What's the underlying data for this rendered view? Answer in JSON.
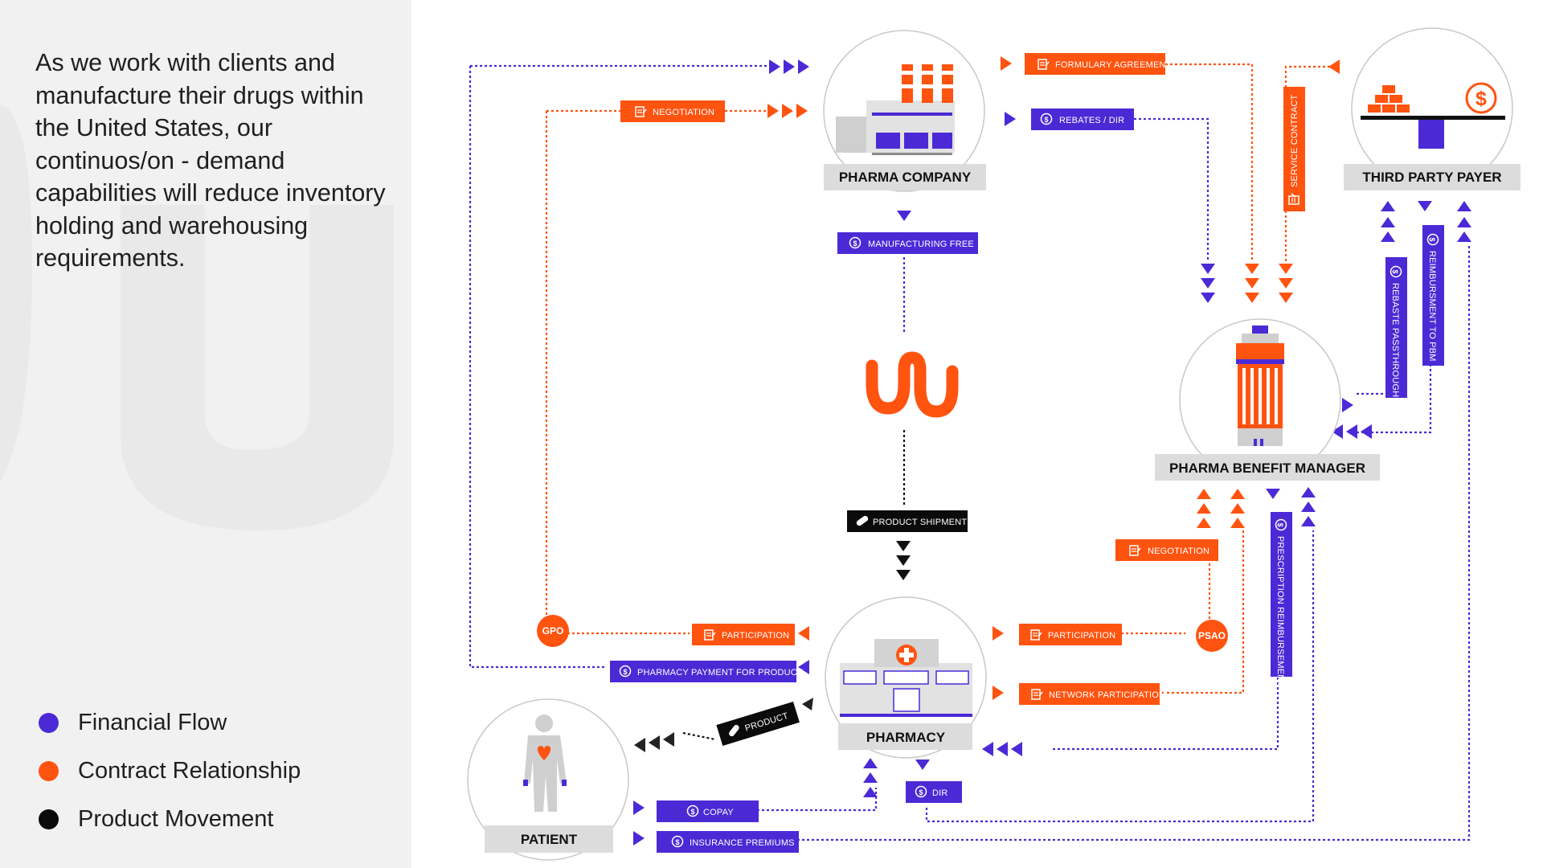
{
  "intro_text": "As we work with clients and manufacture their drugs within the United States, our continuos/on - demand capabilities will reduce inventory holding and warehousing requirements.",
  "legend": [
    {
      "label": "Financial Flow",
      "color": "#4b2ad6"
    },
    {
      "label": "Contract Relationship",
      "color": "#ff5310"
    },
    {
      "label": "Product Movement",
      "color": "#0b0b0b"
    }
  ],
  "colors": {
    "financial": "#4b2ad6",
    "contract": "#ff5310",
    "product": "#0b0b0b",
    "node_label_bg": "#dcdcdc"
  },
  "nodes": {
    "pharma_company": "PHARMA COMPANY",
    "third_party_payer": "THIRD PARTY PAYER",
    "pharma_benefit_manager": "PHARMA BENEFIT MANAGER",
    "pharmacy": "PHARMACY",
    "patient": "PATIENT"
  },
  "badges": {
    "gpo": "GPO",
    "psao": "PSAO"
  },
  "flows": {
    "negotiation_top": "NEGOTIATION",
    "formulary_agreement": "FORMULARY AGREEMENT",
    "rebates_dir": "REBATES / DIR",
    "service_contract": "SERVICE CONTRACT",
    "manufacturing_free": "MANUFACTURING FREE",
    "rebate_passthrough": "REBASTE PASSTHROUGH",
    "reimbursment_to_pbm": "REIMBURSMENT TO PBM",
    "product_shipment": "PRODUCT SHIPMENT",
    "negotiation_psao": "NEGOTIATION",
    "prescription_reimbursement": "PRESCRIPTION REIMBURSEMENT",
    "participation_gpo": "PARTICIPATION",
    "participation_psao": "PARTICIPATION",
    "pharmacy_payment": "PHARMACY PAYMENT FOR PRODUCT",
    "network_participation": "NETWORK PARTICIPATION",
    "product": "PRODUCT",
    "dir": "DIR",
    "copay": "COPAY",
    "insurance_premiums": "INSURANCE PREMIUMS"
  },
  "icons": [
    "factory-icon",
    "scale-coin-icon",
    "pbm-building-icon",
    "pharmacy-icon",
    "patient-heart-icon",
    "center-logo-icon",
    "dollar-icon",
    "document-icon",
    "pill-icon"
  ]
}
